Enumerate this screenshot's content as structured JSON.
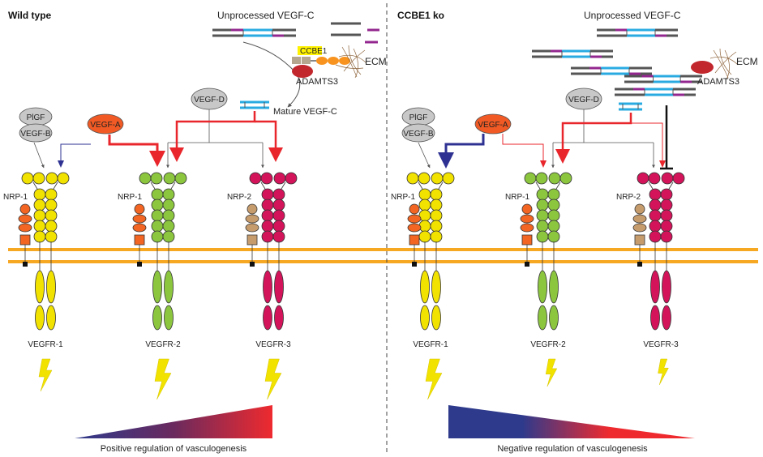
{
  "panels": {
    "left": {
      "title": "Wild type",
      "unprocessed_label": "Unprocessed VEGF-C",
      "ccbe1_label": "CCBE1",
      "ecm_label": "ECM",
      "adamts3_label": "ADAMTS3",
      "mature_label": "Mature VEGF-C",
      "vegfd_label": "VEGF-D",
      "vegfa_label": "VEGF-A",
      "plgf_label": "PlGF",
      "vegfb_label": "VEGF-B",
      "nrp1_a": "NRP-1",
      "nrp1_b": "NRP-1",
      "nrp2": "NRP-2",
      "vegfr1": "VEGFR-1",
      "vegfr2": "VEGFR-2",
      "vegfr3": "VEGFR-3",
      "bottom_caption": "Positive regulation of vasculogenesis"
    },
    "right": {
      "title": "CCBE1 ko",
      "unprocessed_label": "Unprocessed VEGF-C",
      "ecm_label": "ECM",
      "adamts3_label": "ADAMTS3",
      "vegfd_label": "VEGF-D",
      "vegfa_label": "VEGF-A",
      "plgf_label": "PlGF",
      "vegfb_label": "VEGF-B",
      "nrp1_a": "NRP-1",
      "nrp1_b": "NRP-1",
      "nrp2": "NRP-2",
      "vegfr1": "VEGFR-1",
      "vegfr2": "VEGFR-2",
      "vegfr3": "VEGFR-3",
      "bottom_caption": "Negative regulation of vasculogenesis"
    }
  },
  "colors": {
    "vegfr1": "#f2e200",
    "vegfr2": "#8cc63f",
    "vegfr3": "#d4145a",
    "nrp1": "#f26522",
    "nrp2": "#c69c6d",
    "membrane": "#f7a823",
    "vegfa": "#f15a24",
    "adamts3": "#c1272d",
    "arrow_red": "#e8262b",
    "arrow_blue": "#2e3192",
    "vegfc_blue": "#29abe2",
    "vegfc_purple": "#93278f",
    "ccbe1_yellow": "#fff200"
  }
}
